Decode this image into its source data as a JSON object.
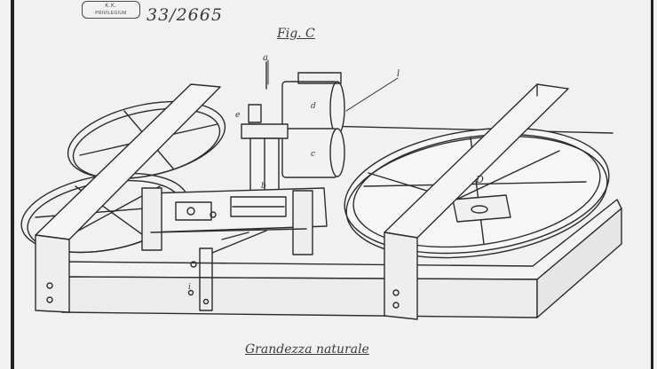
{
  "document": {
    "stamp_line1": "K.K.",
    "stamp_line2": "PRIVILEGIUM",
    "handwritten_number": "33/2665",
    "figure_label": "Fig. C",
    "caption": "Grandezza naturale"
  },
  "drawing_labels": {
    "top_label": "a",
    "strap_label": "l",
    "small_letter": "e",
    "upper_letter": "d",
    "center_letter": "b",
    "wheel_letter": "D",
    "hook_letter": "i",
    "cylinder_letter": "c"
  },
  "colors": {
    "ink": "#2c2c2c",
    "paper": "#f1f1f1",
    "frame": "#232323"
  }
}
